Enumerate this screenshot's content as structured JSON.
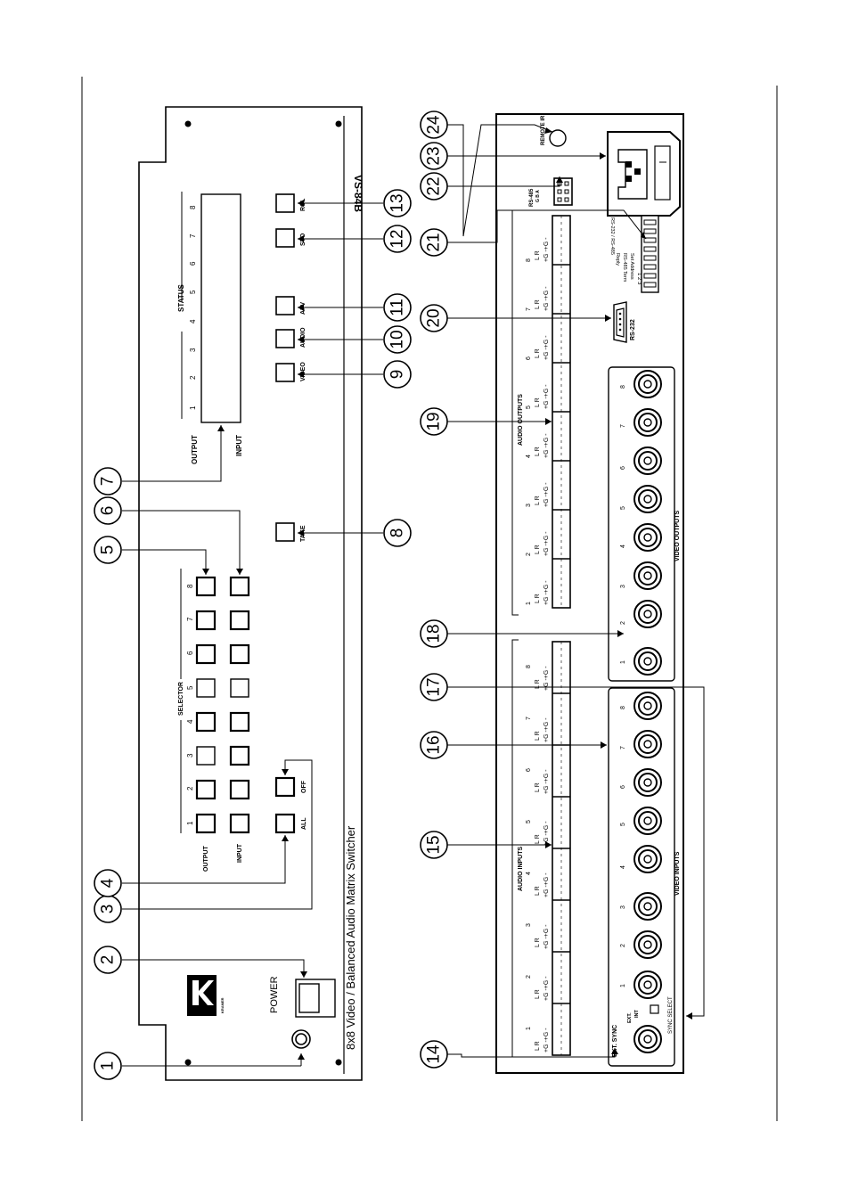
{
  "front_panel": {
    "model": "VS-84B",
    "description": "8x8 Video / Balanced Audio Matrix Switcher",
    "brand": "KRAMER",
    "power_label": "POWER",
    "status_label": "STATUS",
    "output_label": "OUTPUT",
    "input_label": "INPUT",
    "selector_label": "SELECTOR",
    "numbers": [
      "1",
      "2",
      "3",
      "4",
      "5",
      "6",
      "7",
      "8"
    ],
    "buttons": {
      "all": "ALL",
      "off": "OFF",
      "take": "TAKE",
      "video": "VIDEO",
      "audio": "AUDIO",
      "afv": "AFV",
      "sto": "STO",
      "rcl": "RCL"
    }
  },
  "rear_panel": {
    "ext_sync": "EXT. SYNC",
    "sync_select": "SYNC SELECT",
    "sync_ext": "EXT.",
    "sync_int": "INT",
    "video_inputs": "VIDEO INPUTS",
    "video_outputs": "VIDEO OUTPUTS",
    "audio_inputs": "AUDIO INPUTS",
    "audio_outputs": "AUDIO OUTPUTS",
    "rs232": "RS-232",
    "rs485": "RS-485",
    "rs485_pins": "G B A",
    "remote_ir": "REMOTE IR",
    "audio_channel_labels": "L    R",
    "audio_pin_labels": "+G -+G -",
    "dip_labels": {
      "set_address": "Set Address",
      "dip_nums": "1 2 3",
      "reply": "Reply",
      "rs485_term": "RS-485 Term",
      "rs232_rs485": "RS-232 / RS-485"
    }
  },
  "callouts": [
    "1",
    "2",
    "3",
    "4",
    "5",
    "6",
    "7",
    "8",
    "9",
    "10",
    "11",
    "12",
    "13",
    "14",
    "15",
    "16",
    "17",
    "18",
    "19",
    "20",
    "21",
    "22",
    "23",
    "24"
  ]
}
